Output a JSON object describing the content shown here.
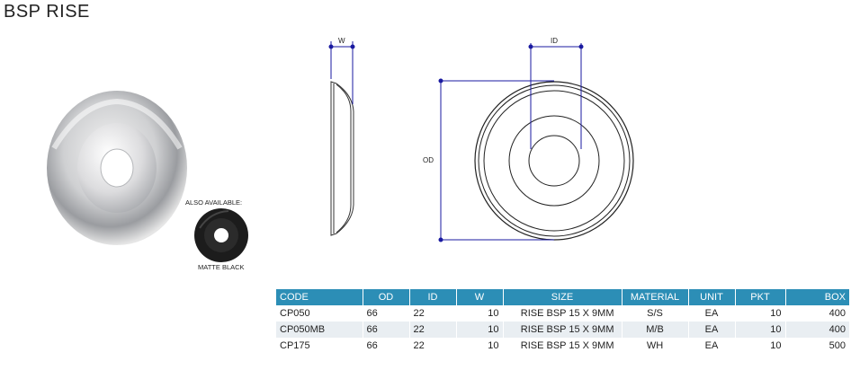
{
  "title": "BSP RISE",
  "also_available_label": "ALSO AVAILABLE:",
  "matte_black_label": "MATTE BLACK",
  "drawing": {
    "w_label": "W",
    "id_label": "ID",
    "od_label": "OD"
  },
  "table": {
    "headers": [
      "CODE",
      "OD",
      "ID",
      "W",
      "SIZE",
      "MATERIAL",
      "UNIT",
      "PKT",
      "BOX"
    ],
    "rows": [
      [
        "CP050",
        "66",
        "22",
        "10",
        "RISE BSP 15 X 9MM",
        "S/S",
        "EA",
        "10",
        "400"
      ],
      [
        "CP050MB",
        "66",
        "22",
        "10",
        "RISE BSP 15 X 9MM",
        "M/B",
        "EA",
        "10",
        "400"
      ],
      [
        "CP175",
        "66",
        "22",
        "10",
        "RISE BSP 15 X 9MM",
        "WH",
        "EA",
        "10",
        "500"
      ]
    ]
  },
  "colors": {
    "header_bg": "#2c8eb6",
    "dimension_line": "#1a1aa0",
    "row_alt": "#e9eef2"
  }
}
